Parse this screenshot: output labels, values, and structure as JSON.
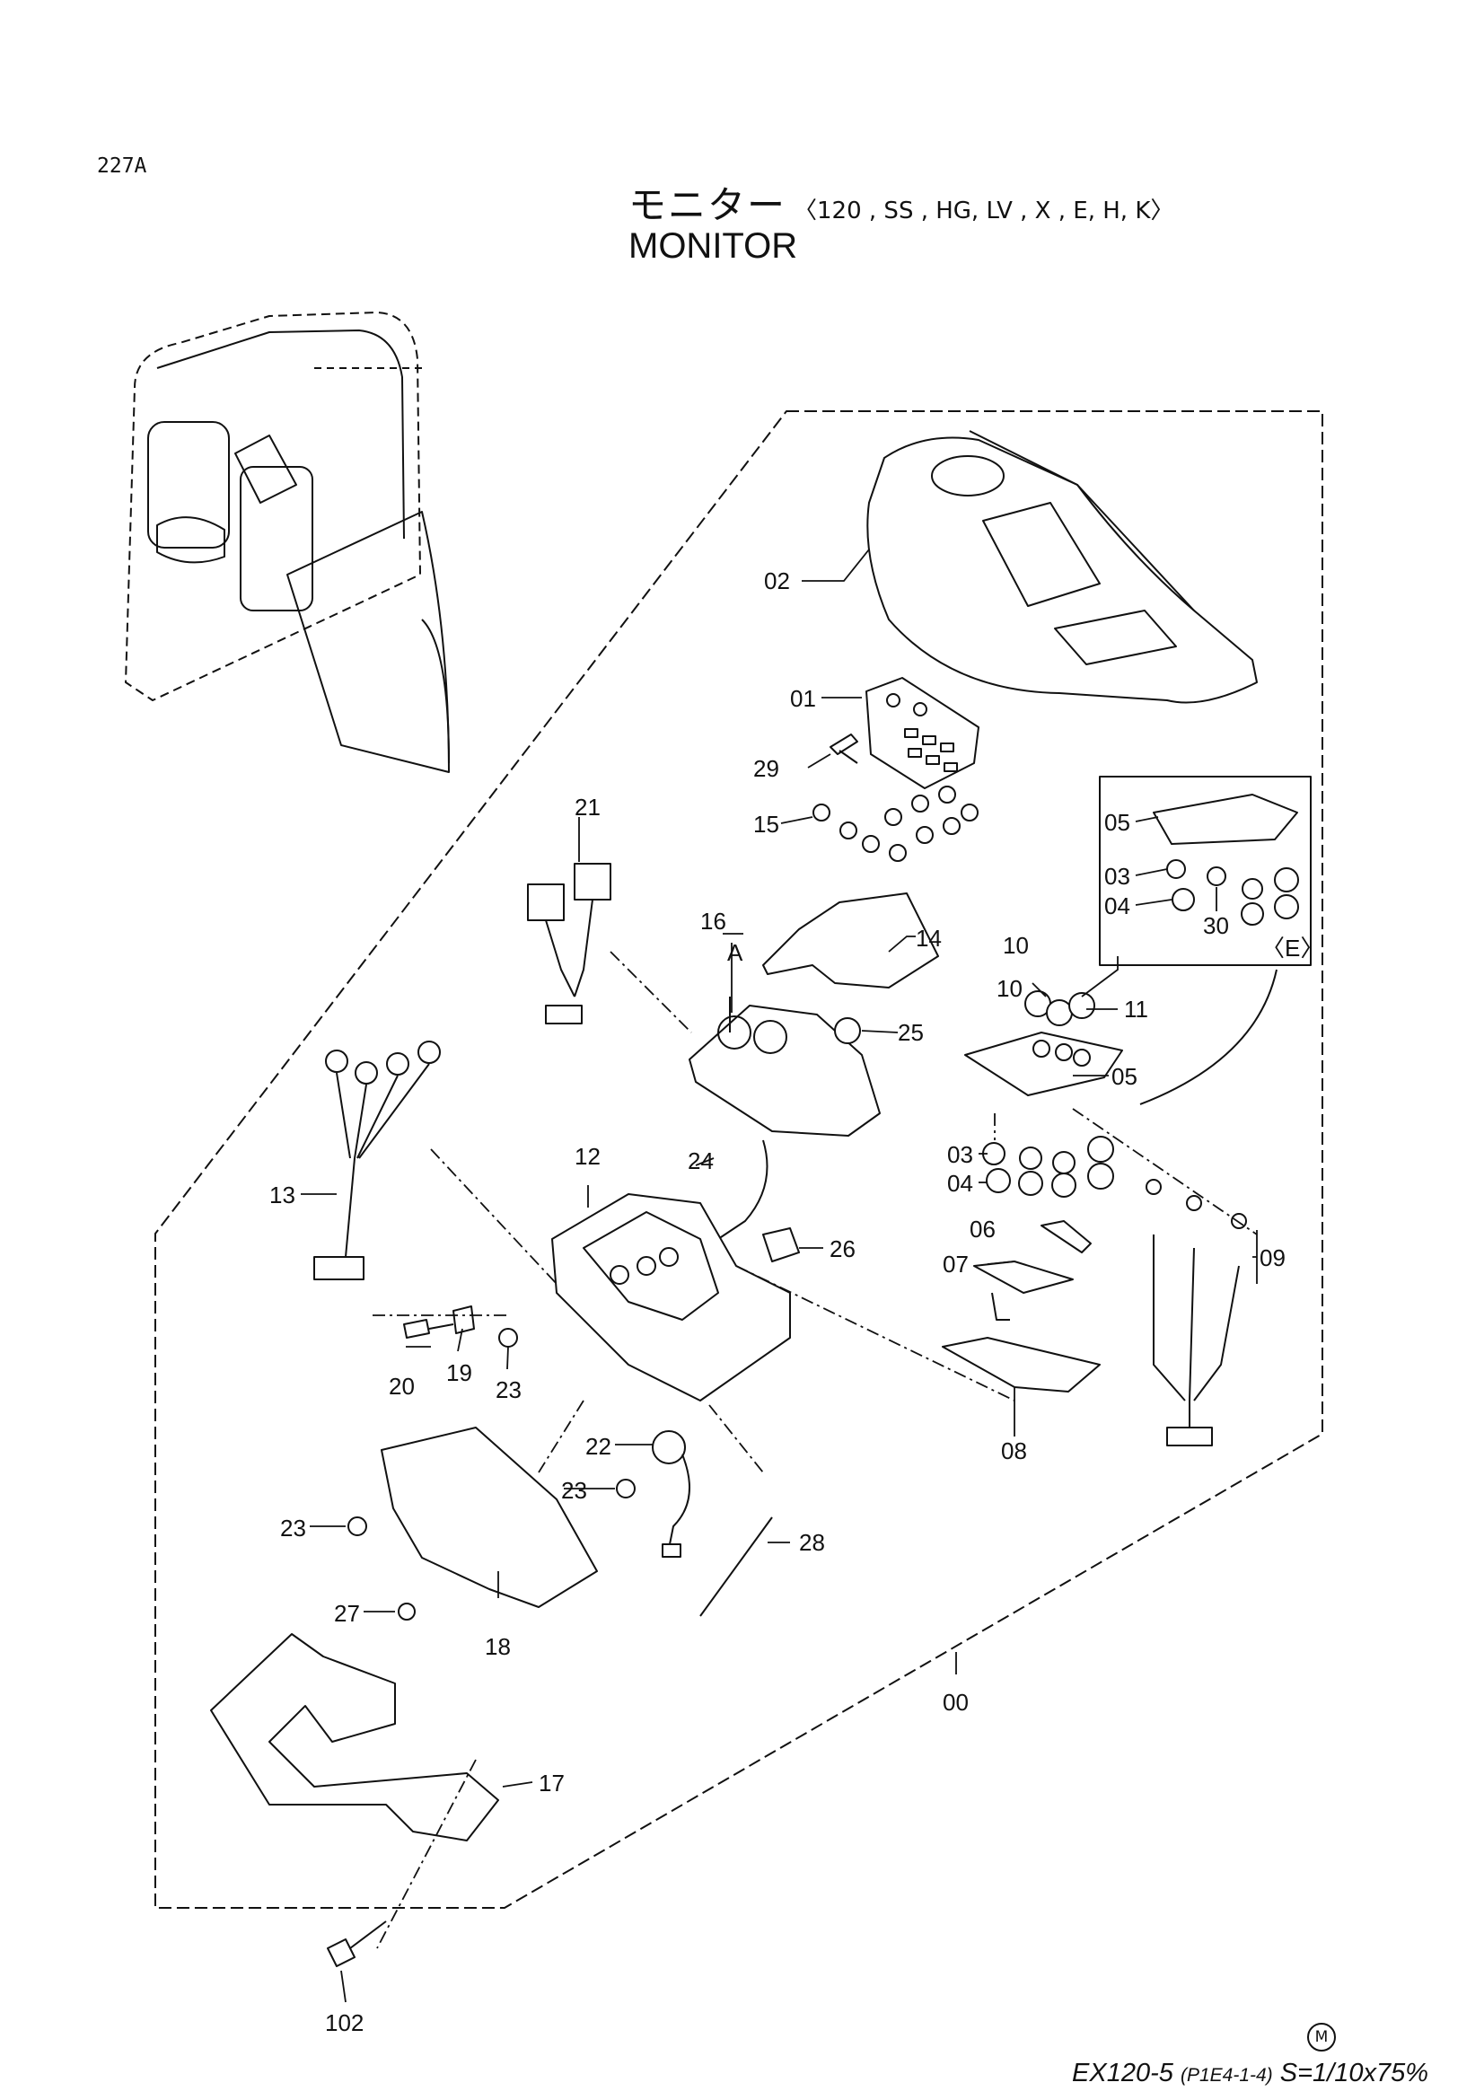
{
  "page_id": "227A",
  "title_jp": "モニター",
  "title_variants": "〈120 , SS , HG, LV , X , E, H, K〉",
  "title_en": "MONITOR",
  "footer": {
    "model": "EX120-5",
    "code": "(P1E4-1-4)",
    "scale": "S=1/10x75%"
  },
  "mark_letter": "M",
  "part_labels": {
    "p00": "00",
    "p01": "01",
    "p02": "02",
    "p03a": "03",
    "p03b": "03",
    "p04a": "04",
    "p04b": "04",
    "p05a": "05",
    "p05b": "05",
    "p06": "06",
    "p07": "07",
    "p08": "08",
    "p09": "09",
    "p10a": "10",
    "p10b": "10",
    "p11": "11",
    "p12": "12",
    "p13": "13",
    "p14": "14",
    "p15": "15",
    "p16": "16",
    "p17": "17",
    "p18": "18",
    "p19": "19",
    "p20": "20",
    "p21": "21",
    "p22": "22",
    "p23a": "23",
    "p23b": "23",
    "p23c": "23",
    "p24": "24",
    "p25": "25",
    "p26": "26",
    "p27": "27",
    "p28": "28",
    "p29": "29",
    "p30": "30",
    "p102": "102"
  },
  "callout_A": "A",
  "variant_E": "〈E〉"
}
